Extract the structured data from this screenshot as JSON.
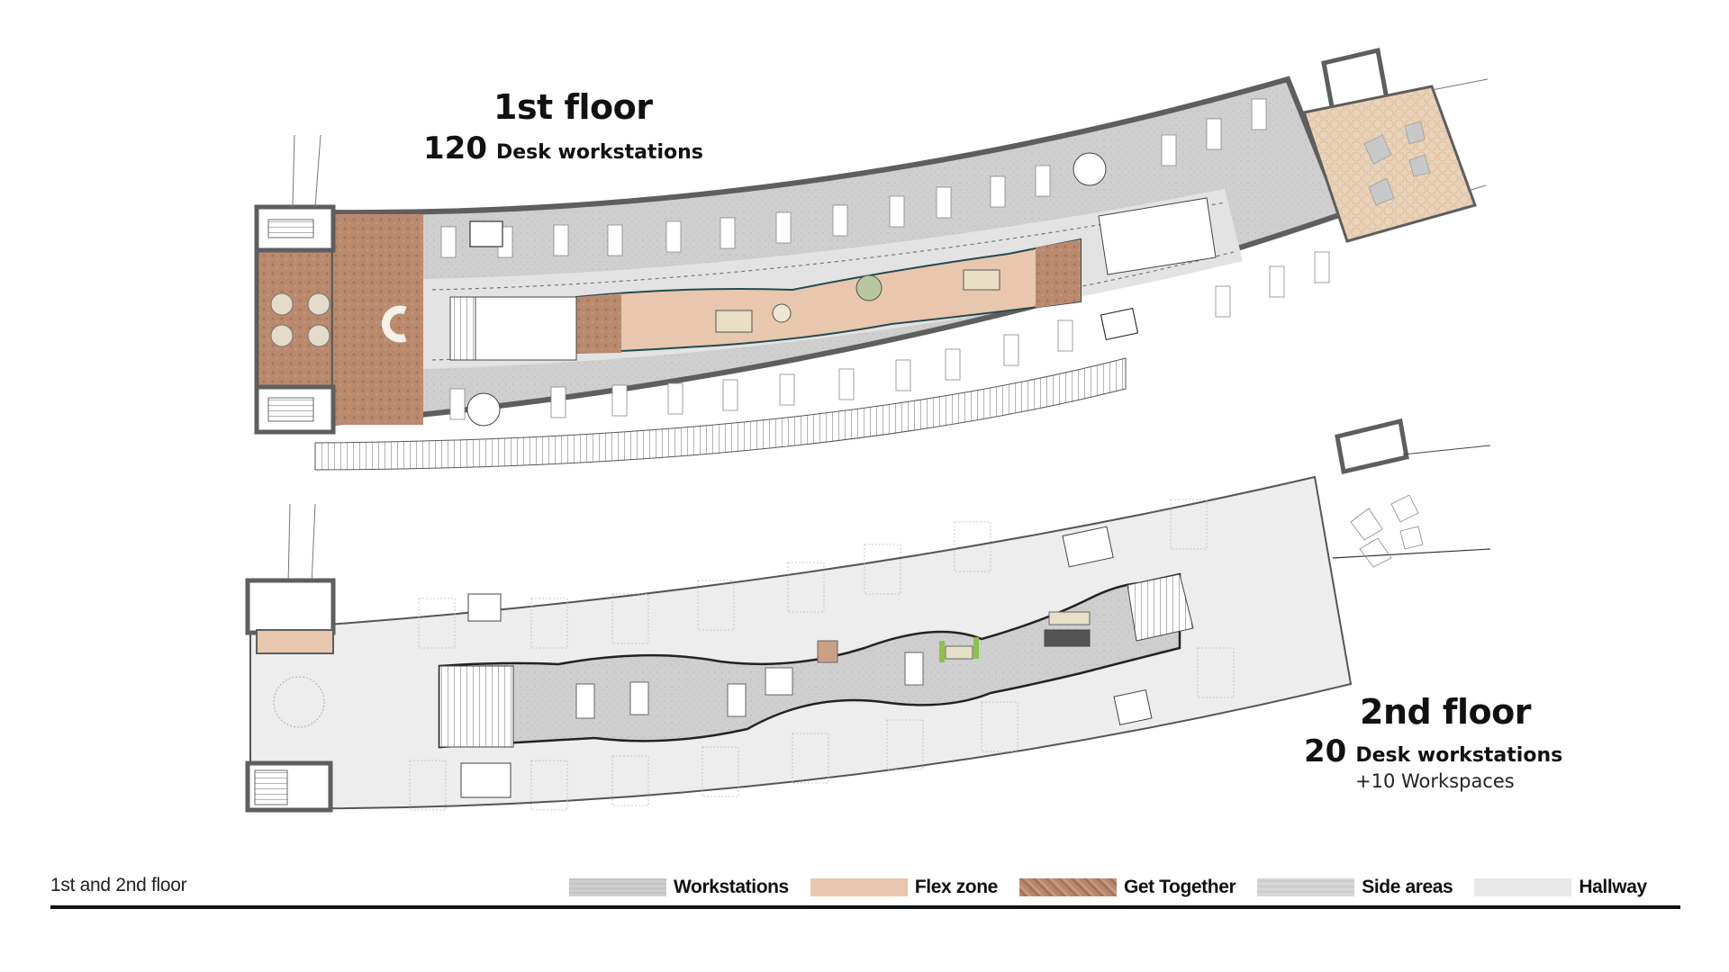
{
  "floor1": {
    "title": "1st floor",
    "count": "120",
    "count_label": "Desk workstations"
  },
  "floor2": {
    "title": "2nd floor",
    "count": "20",
    "count_label": "Desk workstations",
    "extra": "+10 Workspaces"
  },
  "footer": {
    "caption": "1st and 2nd floor"
  },
  "legend": [
    {
      "label": "Workstations",
      "color": "#c9c9c9",
      "icon": "concrete-texture-swatch"
    },
    {
      "label": "Flex zone",
      "color": "#e8c7ae",
      "icon": "beige-texture-swatch"
    },
    {
      "label": "Get Together",
      "color": "#b8866a",
      "icon": "terracotta-texture-swatch"
    },
    {
      "label": "Side areas",
      "color": "#d4d4d4",
      "icon": "grey-texture-swatch"
    },
    {
      "label": "Hallway",
      "color": "#e6e6e6",
      "icon": "light-grey-texture-swatch"
    }
  ],
  "colors": {
    "workstations": "#c9c9c9",
    "flex_zone": "#e8c7ae",
    "get_together": "#b8866a",
    "side_areas": "#d4d4d4",
    "hallway": "#e6e6e6",
    "walls": "#6b6b6b",
    "terrace": "#ead3b8",
    "floor2_base": "#ededed"
  }
}
